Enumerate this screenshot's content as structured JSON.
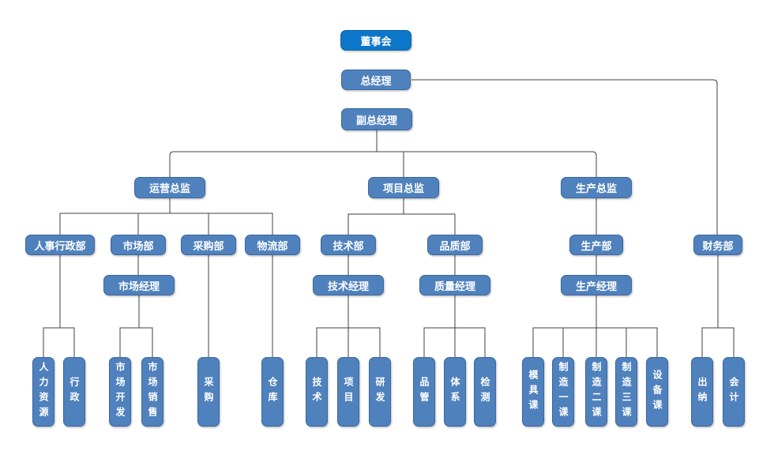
{
  "diagram_type": "org-chart",
  "colors": {
    "root_fill": "#0c77c9",
    "root_border": "#0a66ad",
    "node_fill": "#4f81bd",
    "node_border": "#3a67a4",
    "connector": "#404040",
    "text": "#ffffff",
    "background": "#ffffff"
  },
  "org_chart": {
    "level1": {
      "board": "董事会"
    },
    "level2": {
      "general_manager": "总经理"
    },
    "level3": {
      "deputy_general_manager": "副总经理"
    },
    "level4": {
      "operations_director": "运营总监",
      "project_director": "项目总监",
      "production_director": "生产总监"
    },
    "level5": {
      "hr_admin_dept": "人事行政部",
      "marketing_dept": "市场部",
      "purchasing_dept": "采购部",
      "logistics_dept": "物流部",
      "tech_dept": "技术部",
      "quality_dept": "品质部",
      "production_dept": "生产部",
      "finance_dept": "财务部"
    },
    "level6": {
      "marketing_manager": "市场经理",
      "tech_manager": "技术经理",
      "quality_manager": "质量经理",
      "production_manager": "生产经理"
    },
    "level7": {
      "hr": "人力资源",
      "admin": "行政",
      "market_dev": "市场开发",
      "market_sales": "市场销售",
      "purchasing": "采购",
      "warehouse": "仓库",
      "technology": "技术",
      "project": "项目",
      "rnd": "研发",
      "quality_control": "品管",
      "system": "体系",
      "inspection": "检测",
      "mold_section": "模具课",
      "mfg_section_1": "制造一课",
      "mfg_section_2": "制造二课",
      "mfg_section_3": "制造三课",
      "equipment_section": "设备课",
      "cashier": "出纳",
      "accountant": "会计"
    }
  }
}
